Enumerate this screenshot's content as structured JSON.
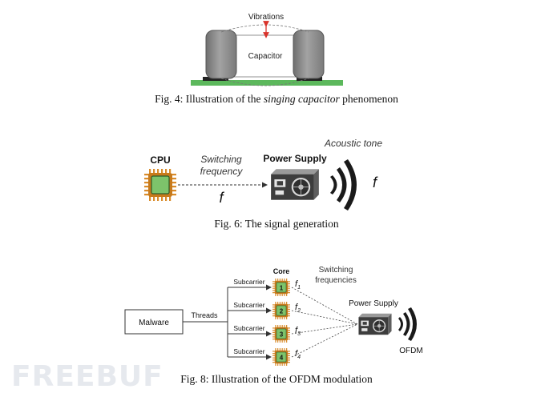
{
  "fig4": {
    "vibrations_label": "Vibrations",
    "capacitor_label": "Capacitor",
    "caption_prefix": "Fig. 4: Illustration of the ",
    "caption_emphasis": "singing capacitor",
    "caption_suffix": " phenomenon"
  },
  "fig6": {
    "cpu_label": "CPU",
    "switching_line1": "Switching",
    "switching_line2": "frequency",
    "f_symbol": "f",
    "power_supply_label": "Power Supply",
    "acoustic_label": "Acoustic tone",
    "tone_symbol": "f",
    "caption": "Fig. 6: The signal generation"
  },
  "fig8": {
    "malware_label": "Malware",
    "threads_label": "Threads",
    "core_label": "Core",
    "subcarrier_label": "Subcarrier",
    "cores": [
      {
        "num": "1",
        "freq": "f",
        "sub": "1"
      },
      {
        "num": "2",
        "freq": "f",
        "sub": "2"
      },
      {
        "num": "3",
        "freq": "f",
        "sub": "3"
      },
      {
        "num": "4",
        "freq": "f",
        "sub": "4"
      }
    ],
    "switching_line1": "Switching",
    "switching_line2": "frequencies",
    "power_supply_label": "Power Supply",
    "ofdm_label": "OFDM",
    "caption": "Fig. 8: Illustration of the OFDM modulation"
  },
  "watermark": "FREEBUF",
  "colors": {
    "board_green": "#5cb85c",
    "capacitor_grey": "#8e8e8e",
    "chip_orange": "#d98c2b",
    "chip_green": "#7dc36b",
    "vibration_red": "#d9332b"
  }
}
